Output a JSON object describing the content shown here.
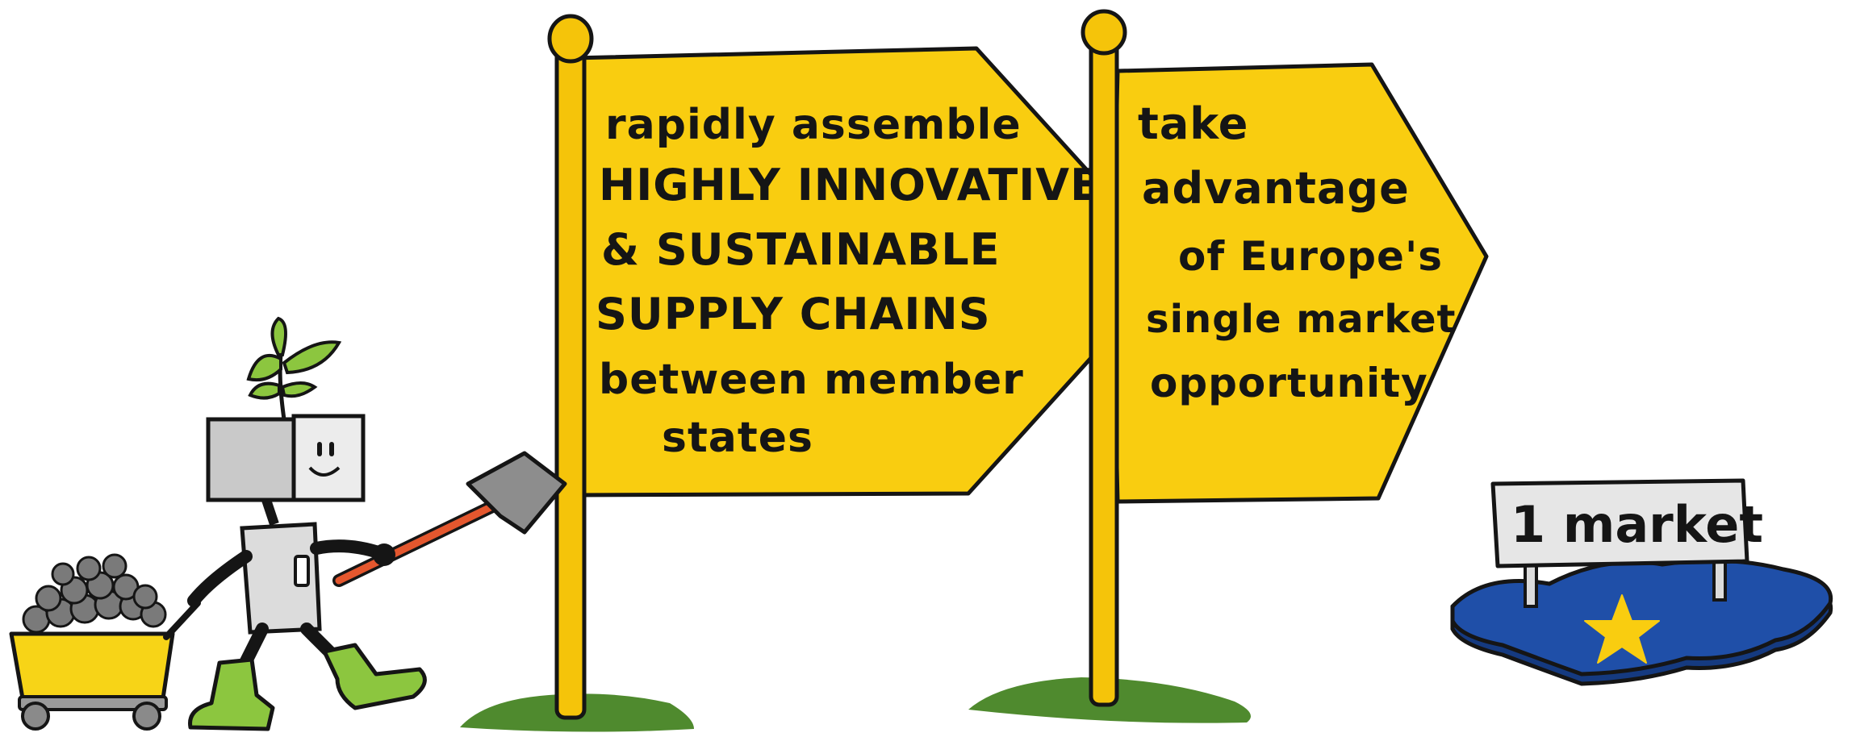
{
  "colors": {
    "sign_yellow": "#f9cd10",
    "pole_yellow": "#f5c40a",
    "outline": "#151515",
    "grass": "#4f8a2e",
    "robot_grey": "#dcdcdc",
    "boot_green": "#8cc63f",
    "cart_yellow": "#f7d417",
    "shovel_handle": "#e4572e",
    "eu_blue": "#1f4fa8",
    "eu_blue_dark": "#153a80",
    "star": "#f9cd10",
    "plaque_grey": "#e6e6e6"
  },
  "sign_left": {
    "lines": [
      "rapidly assemble",
      "HIGHLY INNOVATIVE",
      "& SUSTAINABLE",
      "SUPPLY CHAINS",
      "between member",
      "states"
    ]
  },
  "sign_right": {
    "lines": [
      "take",
      "advantage",
      "of Europe's",
      "single market",
      "opportunity"
    ]
  },
  "plaque": {
    "label": "1 market"
  },
  "icons": {
    "robot": "robot-gardener-icon",
    "cart": "ore-cart-icon",
    "shovel": "shovel-icon",
    "eu_map": "eu-map-icon",
    "star": "star-icon"
  }
}
